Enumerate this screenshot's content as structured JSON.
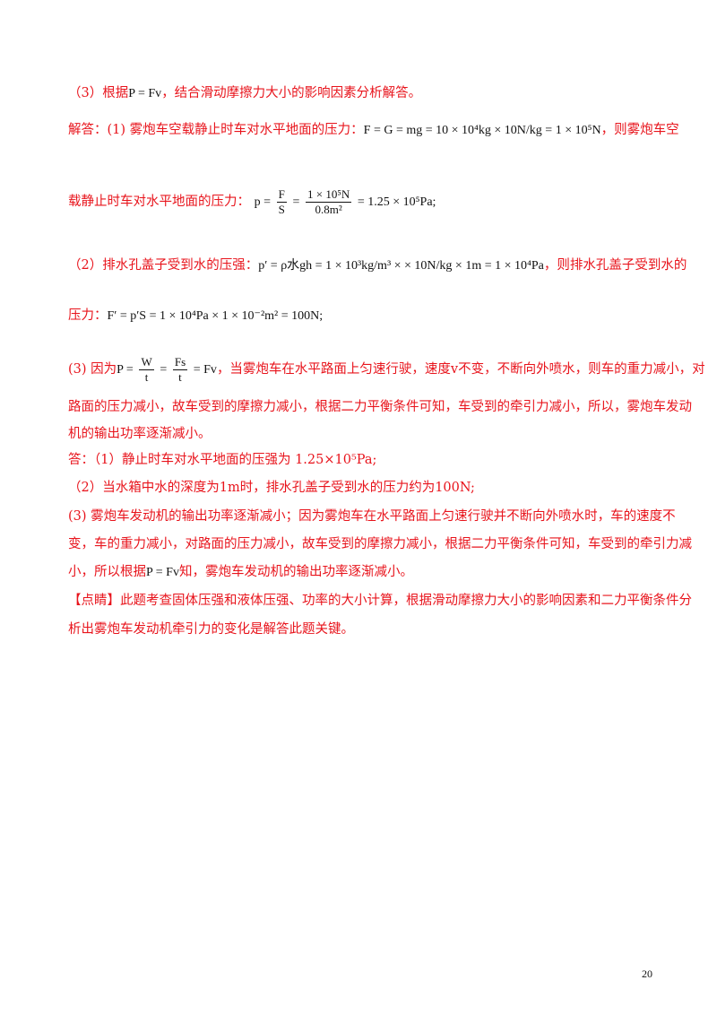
{
  "lines": {
    "l1_text": "（3）根据",
    "l1_math": "P = Fv",
    "l1_text2": "，结合滑动摩擦力大小的影响因素分析解答。",
    "l2_text": "解答：(1) 雾炮车空载静止时车对水平地面的压力：",
    "l2_math": "F = G = mg = 10 × 10⁴kg × 10N/kg = 1 × 10⁵N",
    "l2_text2": "，则雾炮车空",
    "l3_text": "载静止时车对水平地面的压力：",
    "l3_math_pre": "p =",
    "l3_frac1_num": "F",
    "l3_frac1_den": "S",
    "l3_frac2_num": "1 × 10⁵N",
    "l3_frac2_den": "0.8m²",
    "l3_math_post": "= 1.25 × 10⁵Pa;",
    "l4_text": "（2）排水孔盖子受到水的压强：",
    "l4_math": "p′ = ρ水gh = 1 × 10³kg/m³ × × 10N/kg × 1m = 1 × 10⁴Pa",
    "l4_text2": "，则排水孔盖子受到水的",
    "l5_text": "压力：",
    "l5_math": "F′ = p′S = 1 × 10⁴Pa × 1 × 10⁻²m² = 100N;",
    "l6_text": "(3) 因为",
    "l6_math_pre": "P =",
    "l6_frac1_num": "W",
    "l6_frac1_den": "t",
    "l6_frac2_num": "Fs",
    "l6_frac2_den": "t",
    "l6_math_post": "= Fv",
    "l6_text2": "，当雾炮车在水平路面上匀速行驶，速度v不变，不断向外喷水，则车的重力减小，对",
    "l7_text": "路面的压力减小，故车受到的摩擦力减小，根据二力平衡条件可知，车受到的牵引力减小，所以，雾炮车发动",
    "l8_text": "机的输出功率逐渐减小。",
    "l9_text": "答：（1）静止时车对水平地面的压强为 1.25×10⁵Pa;",
    "l10_text": "（2）当水箱中水的深度为1m时，排水孔盖子受到水的压力约为100N;",
    "l11_text": "(3) 雾炮车发动机的输出功率逐渐减小；因为雾炮车在水平路面上匀速行驶并不断向外喷水时，车的速度不",
    "l12_text": "变，车的重力减小，对路面的压力减小，故车受到的摩擦力减小，根据二力平衡条件可知，车受到的牵引力减",
    "l13_text": "小，所以根据",
    "l13_math": "P = Fv",
    "l13_text2": "知，雾炮车发动机的输出功率逐渐减小。",
    "l14_text": "【点睛】此题考查固体压强和液体压强、功率的大小计算，根据滑动摩擦力大小的影响因素和二力平衡条件分",
    "l15_text": "析出雾炮车发动机牵引力的变化是解答此题关键。"
  },
  "page_number": "20"
}
